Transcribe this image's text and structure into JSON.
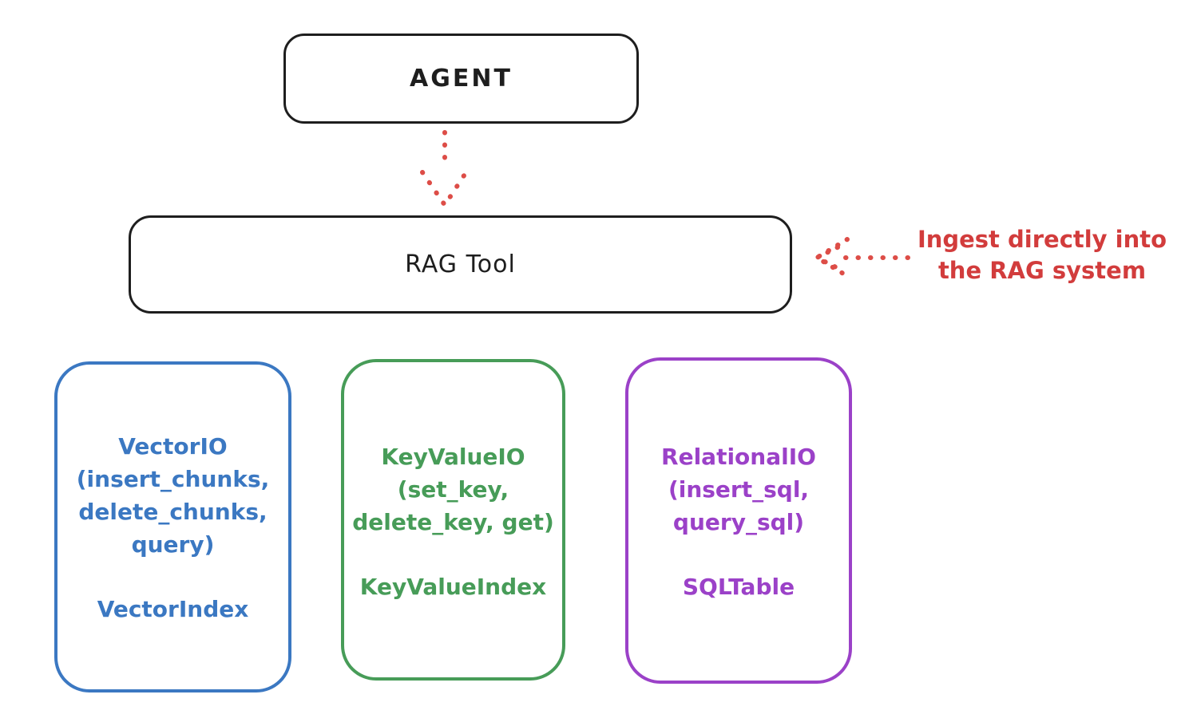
{
  "agent": {
    "label": "AGENT"
  },
  "rag_tool": {
    "label": "RAG Tool"
  },
  "annotation": {
    "line1": "Ingest directly into",
    "line2": "the RAG system",
    "color": "#d23c3c"
  },
  "vector_box": {
    "title": "VectorIO",
    "line2": "(insert_chunks,",
    "line3": "delete_chunks,",
    "line4": "query)",
    "footer": "VectorIndex",
    "color": "#3b78c2"
  },
  "keyvalue_box": {
    "title": "KeyValueIO",
    "line2": "(set_key,",
    "line3": "delete_key, get)",
    "footer": "KeyValueIndex",
    "color": "#479c58"
  },
  "relational_box": {
    "title": "RelationalIO",
    "line2": "(insert_sql,",
    "line3": "query_sql)",
    "footer": "SQLTable",
    "color": "#9b41c8"
  },
  "colors": {
    "stroke_black": "#1e1e1e",
    "arrow_red": "#dd4d47",
    "background": "#ffffff"
  }
}
